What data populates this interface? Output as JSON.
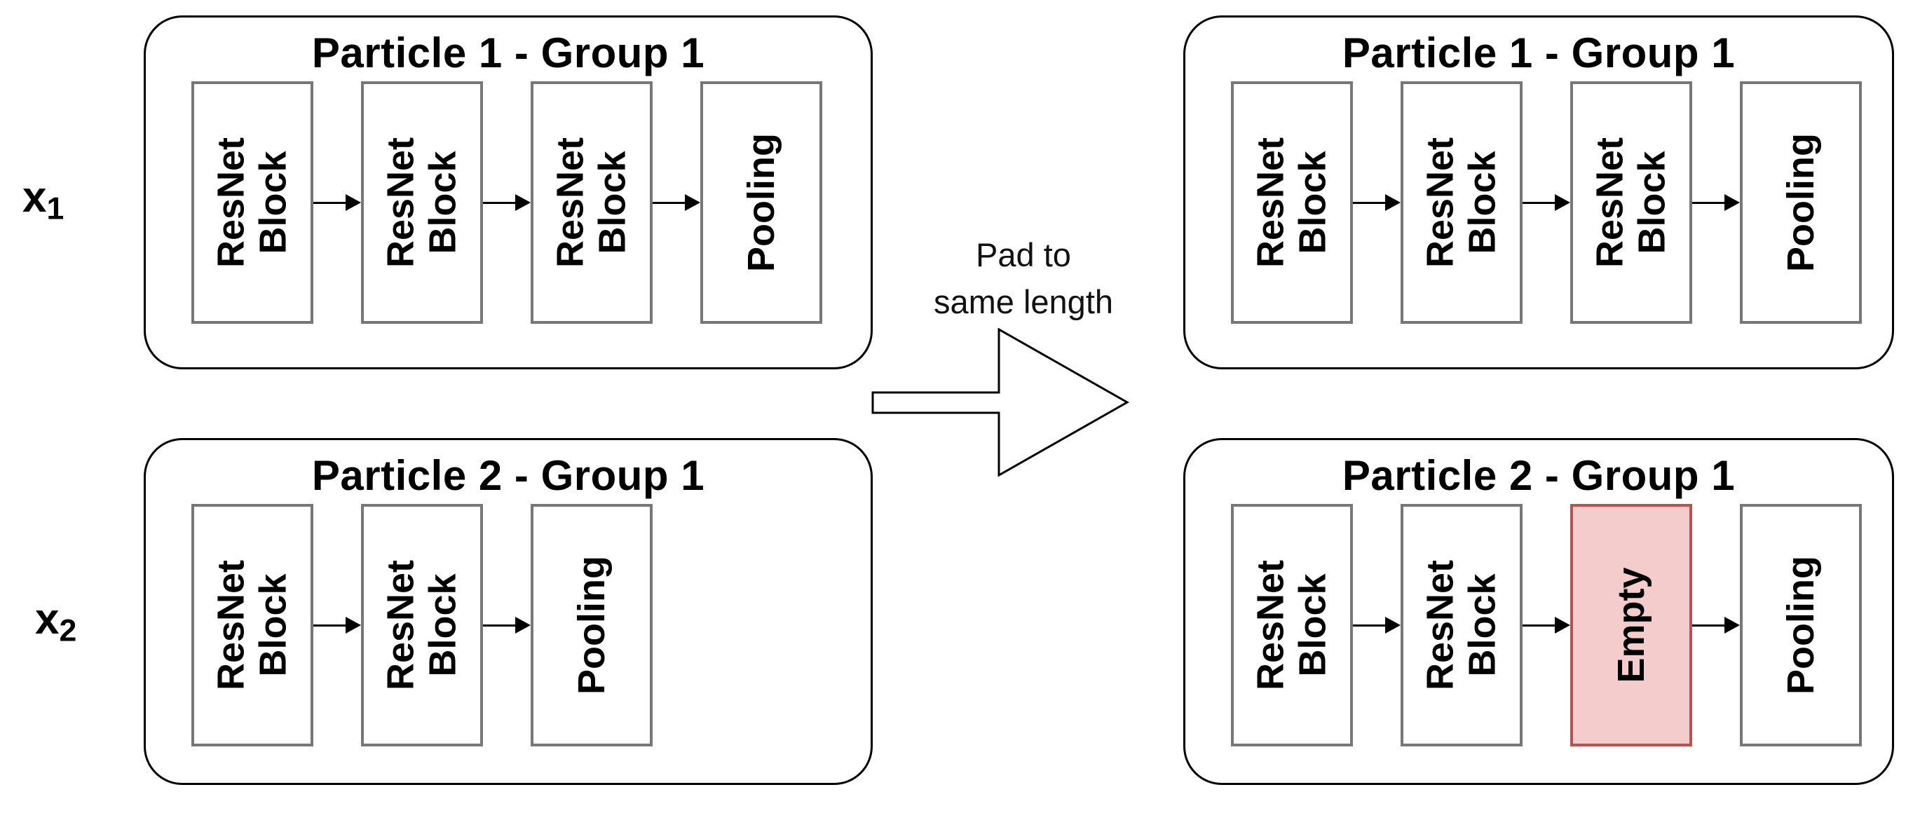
{
  "inputs": [
    {
      "base": "x",
      "sub": "1"
    },
    {
      "base": "x",
      "sub": "2"
    }
  ],
  "pad_arrow": {
    "line1": "Pad to",
    "line2": "same length"
  },
  "groups": [
    {
      "title": "Particle 1 - Group 1",
      "blocks": [
        {
          "label": "ResNet\nBlock"
        },
        {
          "label": "ResNet\nBlock"
        },
        {
          "label": "ResNet\nBlock"
        },
        {
          "label": "Pooling"
        }
      ]
    },
    {
      "title": "Particle 2 - Group 1",
      "blocks": [
        {
          "label": "ResNet\nBlock"
        },
        {
          "label": "ResNet\nBlock"
        },
        {
          "label": "Pooling"
        }
      ]
    },
    {
      "title": "Particle 1 - Group 1",
      "blocks": [
        {
          "label": "ResNet\nBlock"
        },
        {
          "label": "ResNet\nBlock"
        },
        {
          "label": "ResNet\nBlock"
        },
        {
          "label": "Pooling"
        }
      ]
    },
    {
      "title": "Particle 2 - Group 1",
      "blocks": [
        {
          "label": "ResNet\nBlock"
        },
        {
          "label": "ResNet\nBlock"
        },
        {
          "label": "Empty"
        },
        {
          "label": "Pooling"
        }
      ]
    }
  ],
  "colors": {
    "empty_fill": "#f4cccc",
    "empty_border": "#b85450",
    "block_border": "#777777",
    "group_border": "#000000",
    "text": "#000000"
  }
}
